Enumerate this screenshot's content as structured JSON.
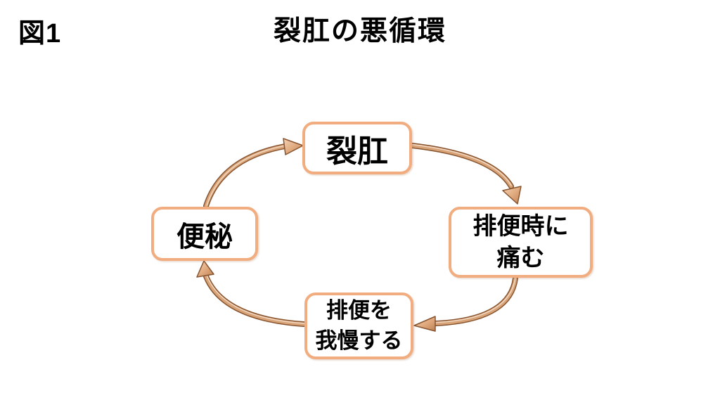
{
  "figure": {
    "label": "図1",
    "title": "裂肛の悪循環"
  },
  "diagram": {
    "type": "cycle",
    "direction": "clockwise",
    "nodes": [
      {
        "id": "fissure",
        "position": "top",
        "lines": [
          "裂肛"
        ]
      },
      {
        "id": "pain",
        "position": "right",
        "lines": [
          "排便時に",
          "痛む"
        ]
      },
      {
        "id": "hold-back",
        "position": "bottom",
        "lines": [
          "排便を",
          "我慢する"
        ]
      },
      {
        "id": "constipation",
        "position": "left",
        "lines": [
          "便秘"
        ]
      }
    ],
    "edges": [
      {
        "from": "便秘",
        "to": "裂肛"
      },
      {
        "from": "裂肛",
        "to": "排便時に痛む"
      },
      {
        "from": "排便時に痛む",
        "to": "排便を我慢する"
      },
      {
        "from": "排便を我慢する",
        "to": "便秘"
      }
    ],
    "colors": {
      "background": "#FFFFFF",
      "box_border": "#F1AD7F",
      "box_fill": "#FFFFFF",
      "text": "#000000",
      "arrow_body": "#D8A377",
      "arrow_outline": "#875430",
      "arrow_highlight": "#F4DCC6"
    }
  }
}
